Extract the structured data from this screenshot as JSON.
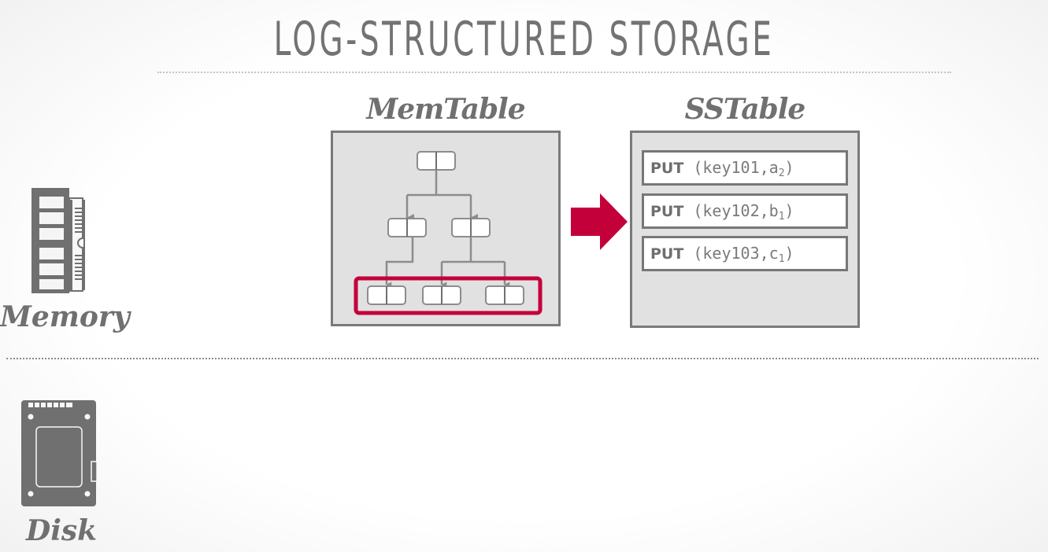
{
  "title": "LOG-STRUCTURED STORAGE",
  "colors": {
    "accent": "#c4003a",
    "text_gray": "#737373",
    "panel_fill": "#e1e1e1",
    "panel_border": "#7a7a7a",
    "node_border": "#8c8c8c"
  },
  "tiers": [
    {
      "label": "Memory",
      "icon": "ram-module-icon"
    },
    {
      "label": "Disk",
      "icon": "ssd-drive-icon"
    }
  ],
  "memtable": {
    "label": "MemTable",
    "tree": {
      "levels": [
        1,
        2,
        3
      ],
      "highlighted_level": "leaves"
    }
  },
  "flush_arrow": {
    "icon": "right-arrow-icon",
    "direction": "MemTable to SSTable"
  },
  "sstable": {
    "label": "SSTable",
    "entries": [
      {
        "op": "PUT",
        "key": "key101",
        "value": "a",
        "version": "2"
      },
      {
        "op": "PUT",
        "key": "key102",
        "value": "b",
        "version": "1"
      },
      {
        "op": "PUT",
        "key": "key103",
        "value": "c",
        "version": "1"
      }
    ]
  }
}
